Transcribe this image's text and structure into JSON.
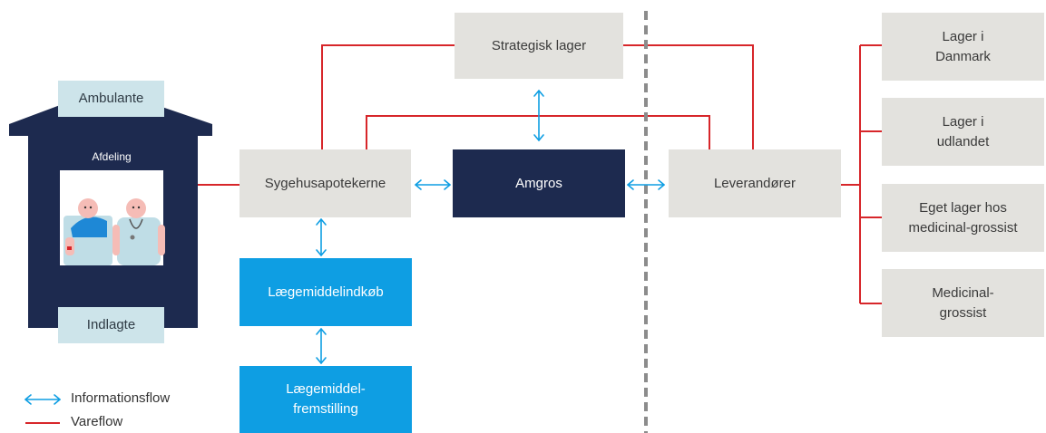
{
  "diagram": {
    "building": {
      "top_label": "Ambulante",
      "ward_label": "Afdeling",
      "bottom_label": "Indlagte"
    },
    "nodes": {
      "sygehusapotekerne": "Sygehusapotekerne",
      "strategisk_lager": "Strategisk lager",
      "amgros": "Amgros",
      "leverandorer": "Leverandører",
      "laegemiddelindkob": "Lægemiddelindkøb",
      "laegemiddelfremstilling": "Lægemiddel-\nfremstilling",
      "lager_danmark": "Lager i\nDanmark",
      "lager_udlandet": "Lager i\nudlandet",
      "eget_lager": "Eget lager hos\nmedicinal-grossist",
      "medicinal_grossist": "Medicinal-\ngrossist"
    },
    "legend": {
      "info_flow": "Informationsflow",
      "vare_flow": "Vareflow"
    },
    "colors": {
      "vareflow": "#d7262a",
      "informationsflow": "#0e9ee3",
      "navy": "#1d2a4f",
      "grey_box": "#e3e2de",
      "divider": "#8c8c8c"
    }
  }
}
